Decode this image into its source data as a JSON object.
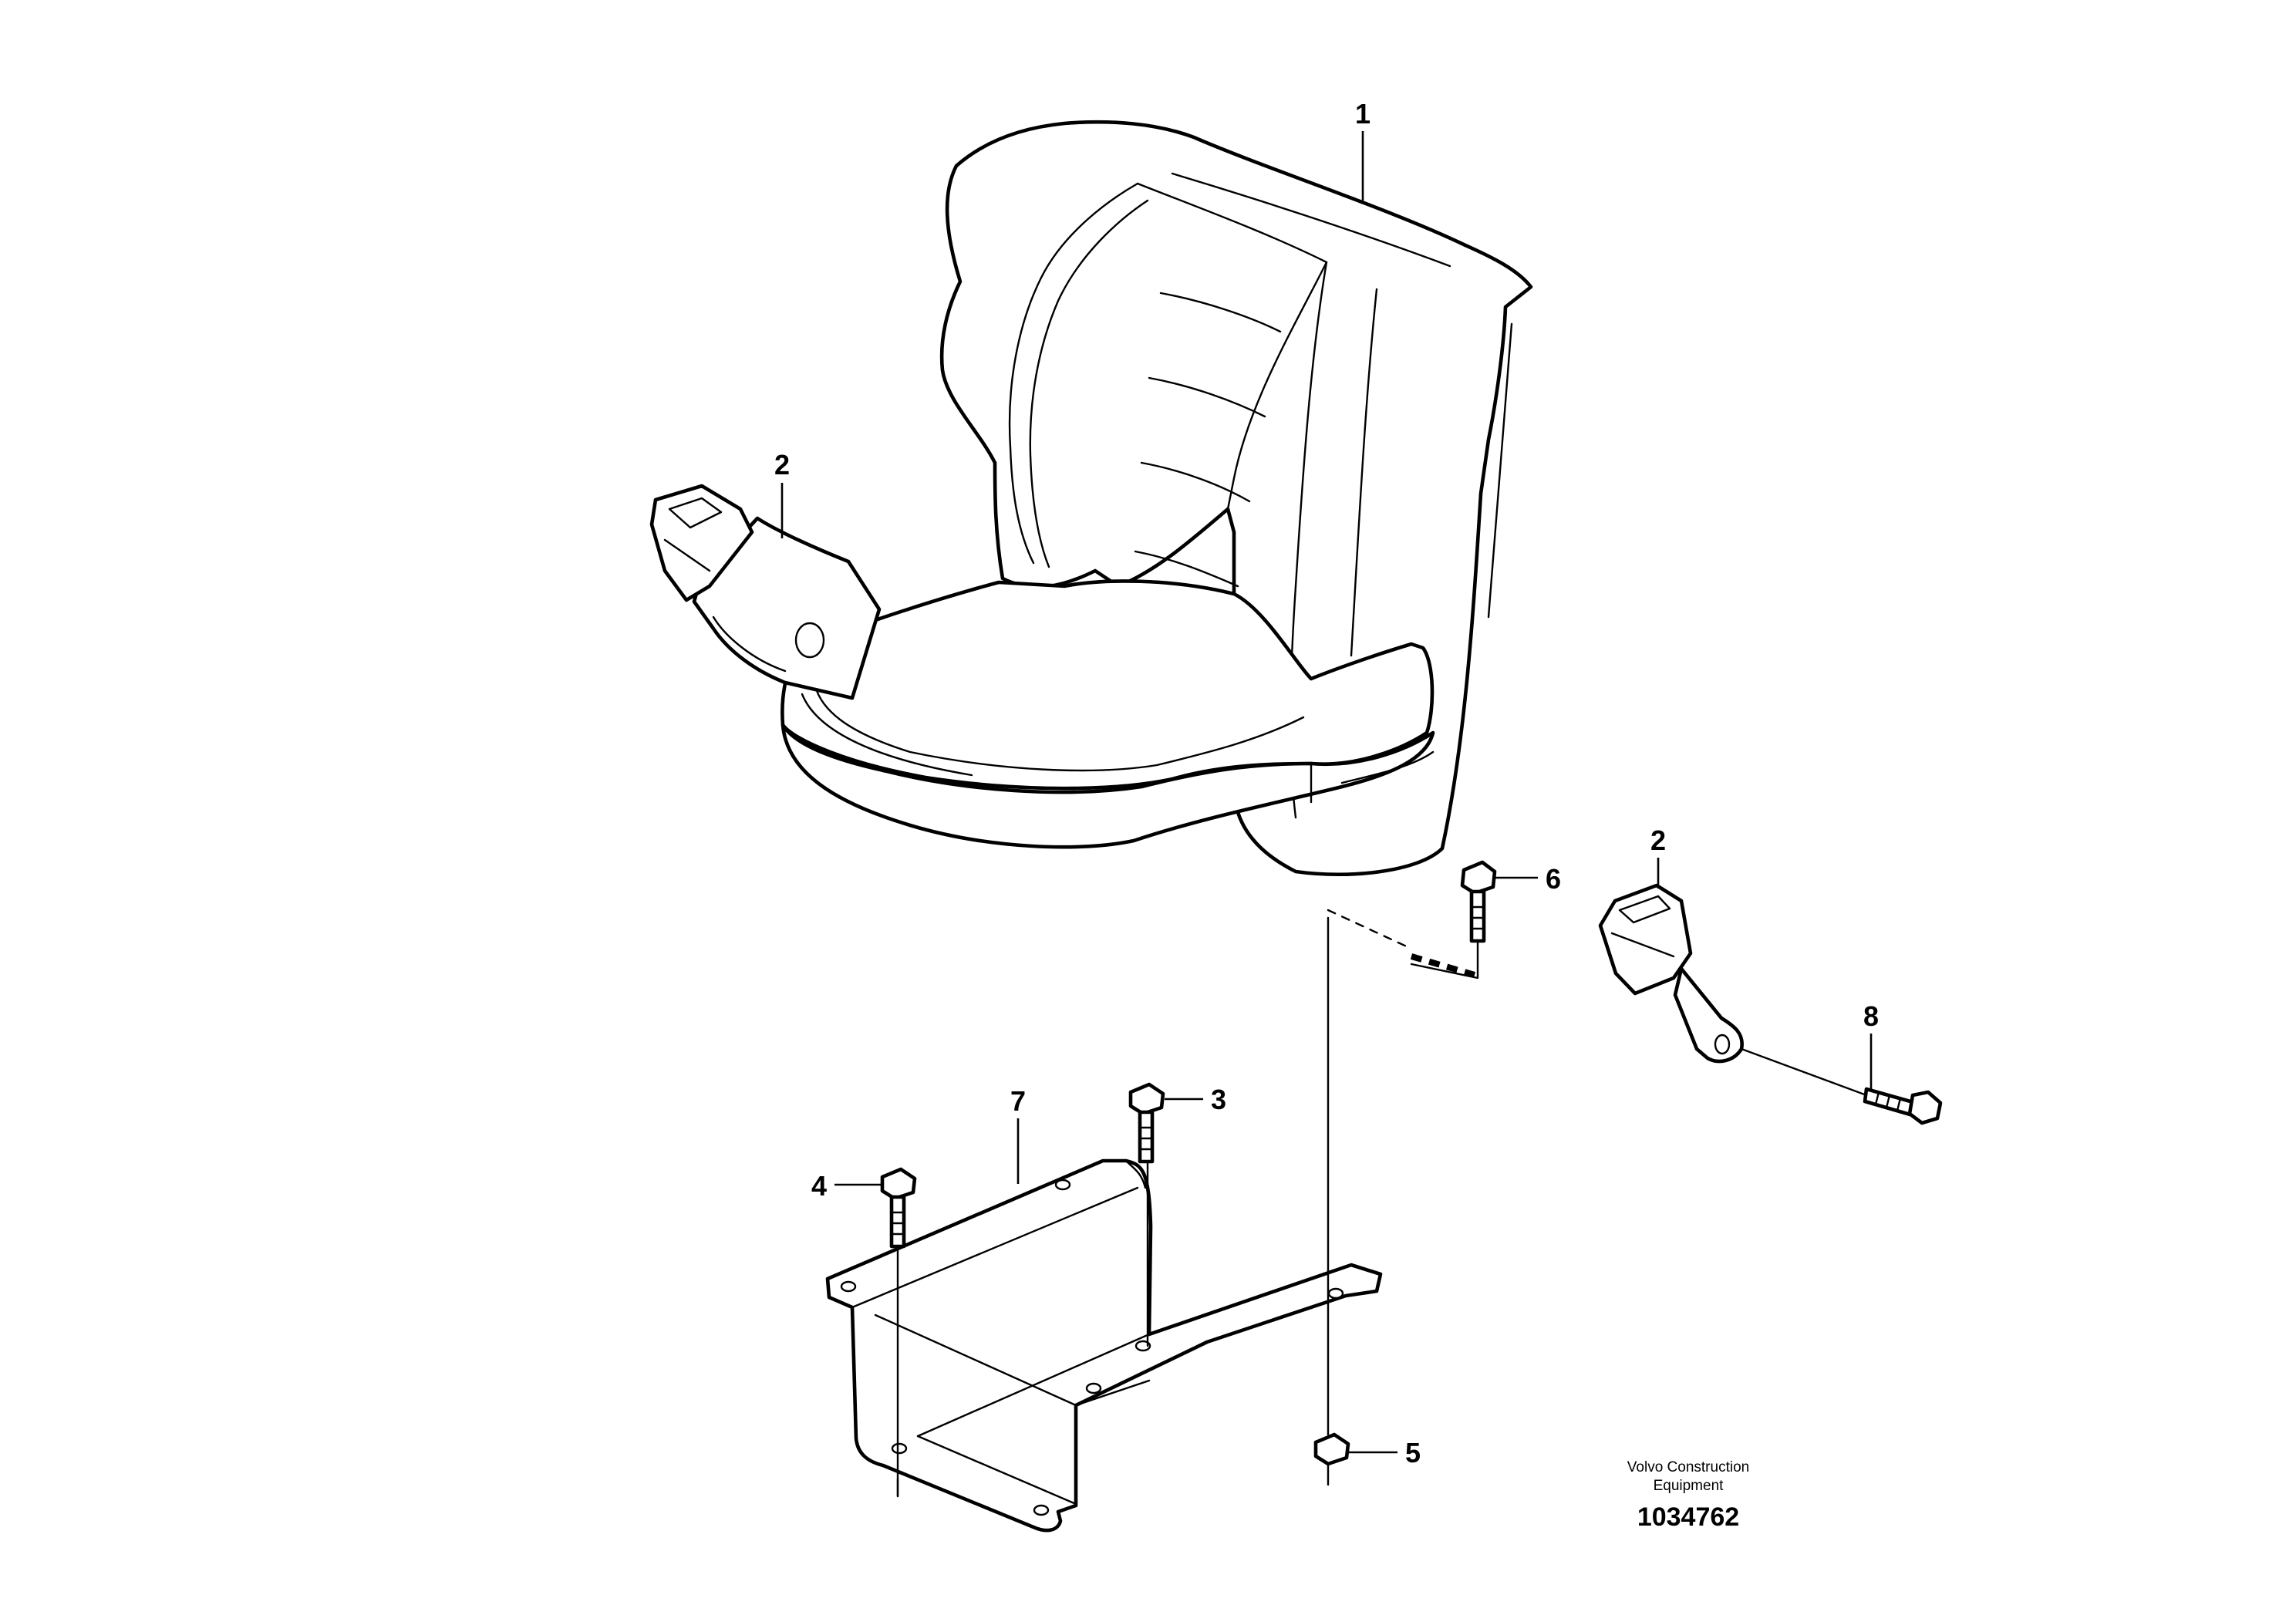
{
  "callouts": [
    {
      "id": "1",
      "label": "1"
    },
    {
      "id": "2a",
      "label": "2"
    },
    {
      "id": "2b",
      "label": "2"
    },
    {
      "id": "3",
      "label": "3"
    },
    {
      "id": "4",
      "label": "4"
    },
    {
      "id": "5",
      "label": "5"
    },
    {
      "id": "6",
      "label": "6"
    },
    {
      "id": "7",
      "label": "7"
    },
    {
      "id": "8",
      "label": "8"
    }
  ],
  "brand": {
    "line1": "Volvo Construction",
    "line2": "Equipment"
  },
  "doc_number": "1034762"
}
